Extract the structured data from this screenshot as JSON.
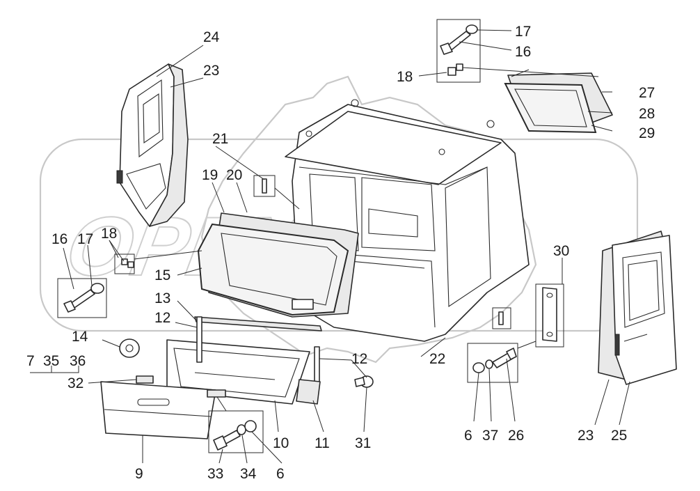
{
  "watermark": {
    "text": "OPEX"
  },
  "labels": [
    {
      "id": "l24a",
      "text": "24"
    },
    {
      "id": "l23a",
      "text": "23"
    },
    {
      "id": "l17a",
      "text": "17"
    },
    {
      "id": "l16a",
      "text": "16"
    },
    {
      "id": "l18a",
      "text": "18"
    },
    {
      "id": "l27",
      "text": "27"
    },
    {
      "id": "l28",
      "text": "28"
    },
    {
      "id": "l29",
      "text": "29"
    },
    {
      "id": "l21",
      "text": "21"
    },
    {
      "id": "l19",
      "text": "19"
    },
    {
      "id": "l20",
      "text": "20"
    },
    {
      "id": "l16b",
      "text": "16"
    },
    {
      "id": "l17b",
      "text": "17"
    },
    {
      "id": "l18b",
      "text": "18"
    },
    {
      "id": "l15",
      "text": "15"
    },
    {
      "id": "l13",
      "text": "13"
    },
    {
      "id": "l12a",
      "text": "12"
    },
    {
      "id": "l14",
      "text": "14"
    },
    {
      "id": "l7",
      "text": "7"
    },
    {
      "id": "l35",
      "text": "35"
    },
    {
      "id": "l36",
      "text": "36"
    },
    {
      "id": "l32",
      "text": "32"
    },
    {
      "id": "l12b",
      "text": "12"
    },
    {
      "id": "l22",
      "text": "22"
    },
    {
      "id": "l30",
      "text": "30"
    },
    {
      "id": "l6a",
      "text": "6"
    },
    {
      "id": "l37",
      "text": "37"
    },
    {
      "id": "l26",
      "text": "26"
    },
    {
      "id": "l23b",
      "text": "23"
    },
    {
      "id": "l25",
      "text": "25"
    },
    {
      "id": "l10",
      "text": "10"
    },
    {
      "id": "l11",
      "text": "11"
    },
    {
      "id": "l31",
      "text": "31"
    },
    {
      "id": "l9",
      "text": "9"
    },
    {
      "id": "l33",
      "text": "33"
    },
    {
      "id": "l34",
      "text": "34"
    },
    {
      "id": "l6b",
      "text": "6"
    }
  ]
}
